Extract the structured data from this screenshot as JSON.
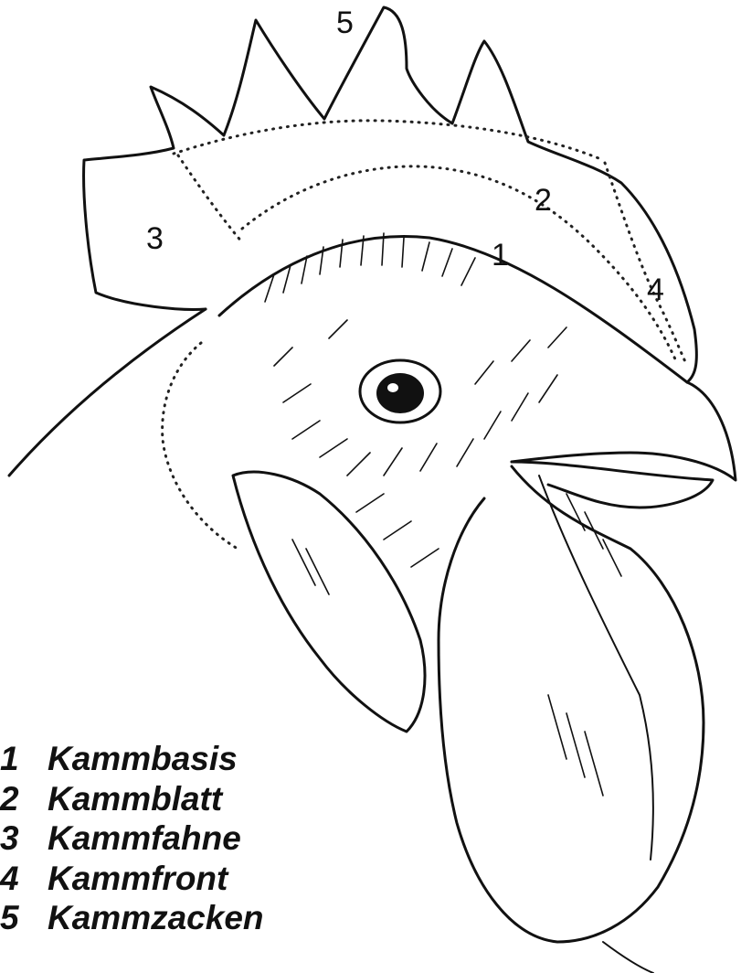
{
  "callouts": {
    "n1": "1",
    "n2": "2",
    "n3": "3",
    "n4": "4",
    "n5": "5"
  },
  "legend": {
    "items": [
      {
        "number": "1",
        "label": "Kammbasis"
      },
      {
        "number": "2",
        "label": "Kammblatt"
      },
      {
        "number": "3",
        "label": "Kammfahne"
      },
      {
        "number": "4",
        "label": "Kammfront"
      },
      {
        "number": "5",
        "label": "Kammzacken"
      }
    ]
  },
  "colors": {
    "ink": "#111111",
    "paper": "#ffffff"
  }
}
